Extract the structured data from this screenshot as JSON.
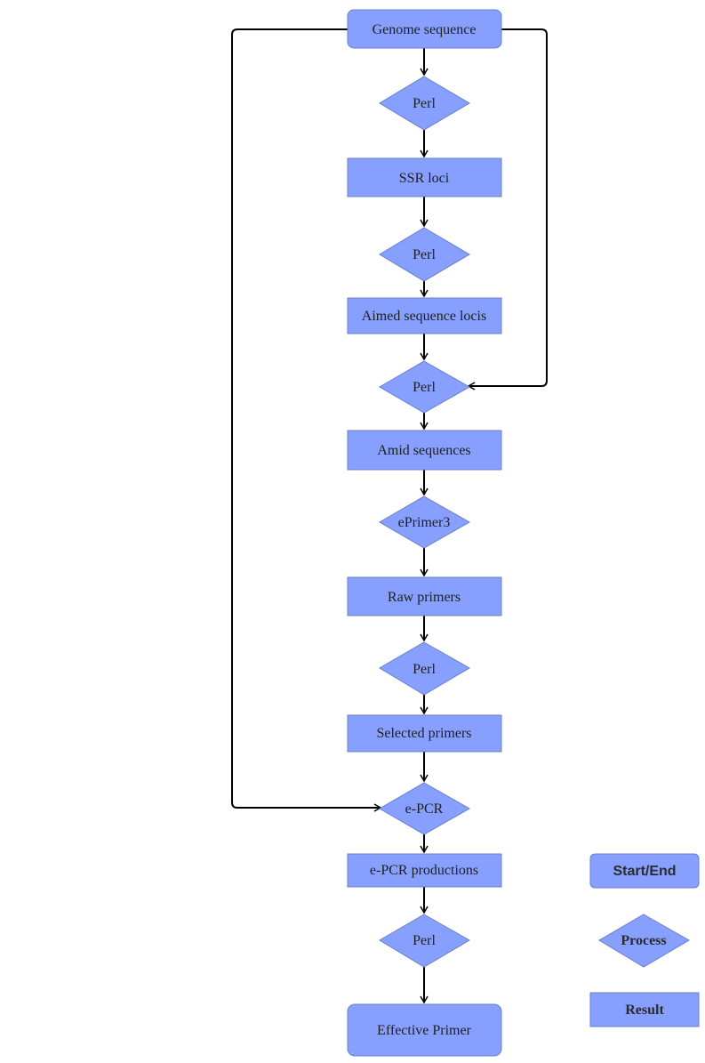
{
  "nodes": {
    "genome": "Genome sequence",
    "perl1": "Perl",
    "ssr": "SSR loci",
    "perl2": "Perl",
    "aimed_locis": "Aimed sequence locis",
    "perl3": "Perl",
    "amid_seq": "Amid sequences",
    "eprimer3": "ePrimer3",
    "raw_primers": "Raw primers",
    "perl4": "Perl",
    "selected_primers": "Selected primers",
    "epcr": "e-PCR",
    "epcr_prod": "e-PCR productions",
    "perl5": "Perl",
    "effective": "Effective Primer"
  },
  "legend": {
    "start_end": "Start/End",
    "process": "Process",
    "result": "Result"
  },
  "colors": {
    "fill": "#87a0ff",
    "stroke": "#6b7fc8",
    "edge": "#000000"
  }
}
